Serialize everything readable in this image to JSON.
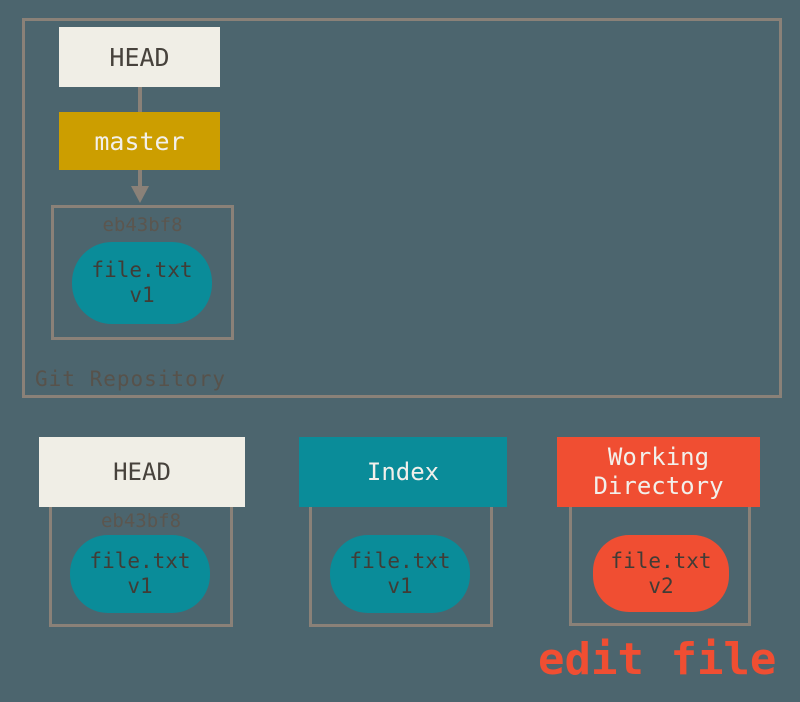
{
  "colors": {
    "background": "#4C656E",
    "border_gray": "#8A8178",
    "head_box": "#F0EEE6",
    "branch_gold": "#CC9E00",
    "teal": "#0A8C99",
    "red_orange": "#F04E32",
    "dark_text": "#47423C",
    "muted_text": "#5B564F"
  },
  "repository": {
    "label": "Git Repository",
    "head_label": "HEAD",
    "branch_label": "master",
    "commit": {
      "hash": "eb43bf8",
      "blob": {
        "name": "file.txt",
        "version": "v1"
      }
    }
  },
  "columns": [
    {
      "label": "HEAD",
      "hash": "eb43bf8",
      "blob": {
        "name": "file.txt",
        "version": "v1"
      }
    },
    {
      "label": "Index",
      "blob": {
        "name": "file.txt",
        "version": "v1"
      }
    },
    {
      "label": "Working Directory",
      "blob": {
        "name": "file.txt",
        "version": "v2"
      }
    }
  ],
  "annotation": "edit file"
}
